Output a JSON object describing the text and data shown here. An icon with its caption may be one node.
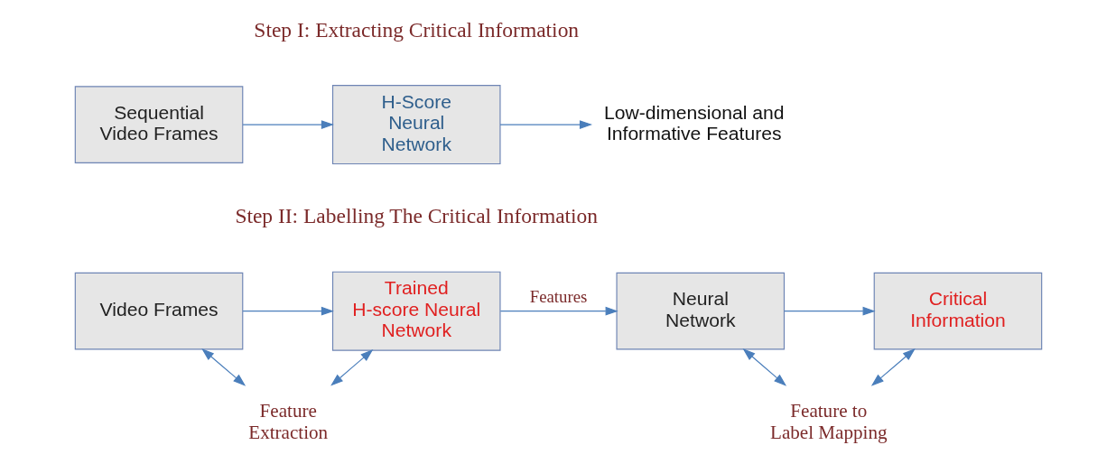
{
  "diagram": {
    "nodes": [
      {
        "text": [
          "Sequential Video Frames"
        ]
      },
      {
        "text": [
          "H-Score Neural Network"
        ]
      },
      {
        "text": [
          "Low-dimensional and Informative Features"
        ]
      },
      {
        "text": [
          "Video Frames"
        ]
      },
      {
        "text": [
          "Trained H-score Neural Network"
        ]
      },
      {
        "text": [
          "Neural Network"
        ]
      },
      {
        "text": [
          "Critical Information"
        ]
      },
      {
        "text": [
          "Feature Extraction"
        ]
      },
      {
        "text": [
          "Feature to Label Mapping"
        ]
      }
    ],
    "edges": [
      {
        "from": 0,
        "to": 1,
        "arrow": "to"
      },
      {
        "from": 1,
        "to": 2,
        "arrow": "to"
      },
      {
        "from": 3,
        "to": 4,
        "arrow": "to"
      },
      {
        "from": 4,
        "to": 5,
        "arrow": "to",
        "label": "Features"
      },
      {
        "from": 5,
        "to": 6,
        "arrow": "to"
      },
      {
        "from": 3,
        "to": 7,
        "arrow": "both"
      },
      {
        "from": 4,
        "to": 7,
        "arrow": "both"
      },
      {
        "from": 5,
        "to": 8,
        "arrow": "both"
      },
      {
        "from": 6,
        "to": 8,
        "arrow": "both"
      }
    ],
    "labels": [
      "Step I: Extracting Critical Information",
      "Step II: Labelling The Critical Information"
    ]
  }
}
